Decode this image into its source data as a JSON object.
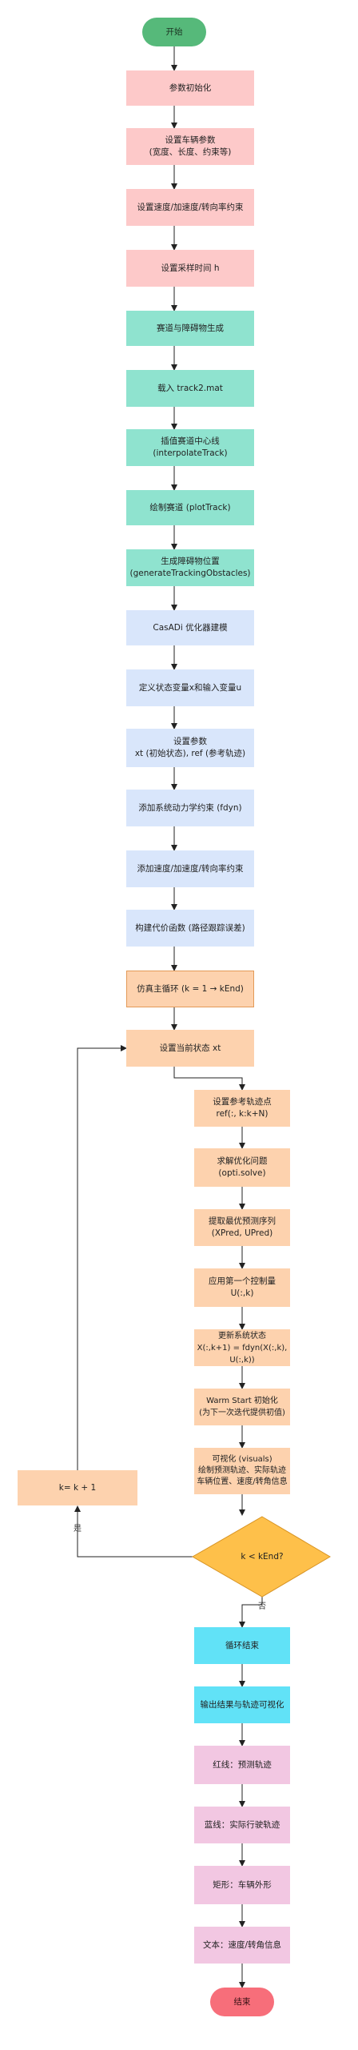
{
  "nodes": {
    "start": "开始",
    "init_params": "参数初始化",
    "vehicle_params": "设置车辆参数\n(宽度、长度、约束等)",
    "constraints_init": "设置速度/加速度/转向率约束",
    "sample_time": "设置采样时间 h",
    "track_gen": "赛道与障碍物生成",
    "load_track": "载入 track2.mat",
    "interp_track": "插值赛道中心线\n(interpolateTrack)",
    "plot_track": "绘制赛道 (plotTrack)",
    "obstacles": "生成障碍物位置\n(generateTrackingObstacles)",
    "casadi": "CasADi 优化器建模",
    "define_vars": "定义状态变量x和输入变量u",
    "set_params": "设置参数\nxt (初始状态), ref (参考轨迹)",
    "dyn_constraint": "添加系统动力学约束 (fdyn)",
    "add_constraints": "添加速度/加速度/转向率约束",
    "cost": "构建代价函数 (路径跟踪误差)",
    "main_loop": "仿真主循环 (k = 1 → kEnd)",
    "set_state": "设置当前状态 xt",
    "set_ref": "设置参考轨迹点\nref(:, k:k+N)",
    "solve": "求解优化问题\n(opti.solve)",
    "extract": "提取最优预测序列\n(XPred, UPred)",
    "apply": "应用第一个控制量\nU(:,k)",
    "update": "更新系统状态\nX(:,k+1) = fdyn(X(:,k), U(:,k))",
    "warm": "Warm Start 初始化\n(为下一次迭代提供初值)",
    "visual": "可视化 (visuals)\n绘制预测轨迹、实际轨迹\n车辆位置、速度/转角信息",
    "increment": "k= k + 1",
    "decision": "k < kEnd?",
    "loop_end": "循环结束",
    "output": "输出结果与轨迹可视化",
    "red_line": "红线：预测轨迹",
    "blue_line": "蓝线：实际行驶轨迹",
    "rect": "矩形：车辆外形",
    "text_info": "文本：速度/转角信息",
    "finish": "结束"
  },
  "edge_labels": {
    "yes": "是",
    "no": "否"
  },
  "colors": {
    "init": "#fdc9c9",
    "track": "#8fe3cf",
    "optimizer": "#d9e6fb",
    "loop": "#fdd2ae",
    "decision": "#fec04a",
    "result": "#61e2f7",
    "legend": "#f2c7e2",
    "start": "#56b97a",
    "end": "#f76e7a"
  }
}
